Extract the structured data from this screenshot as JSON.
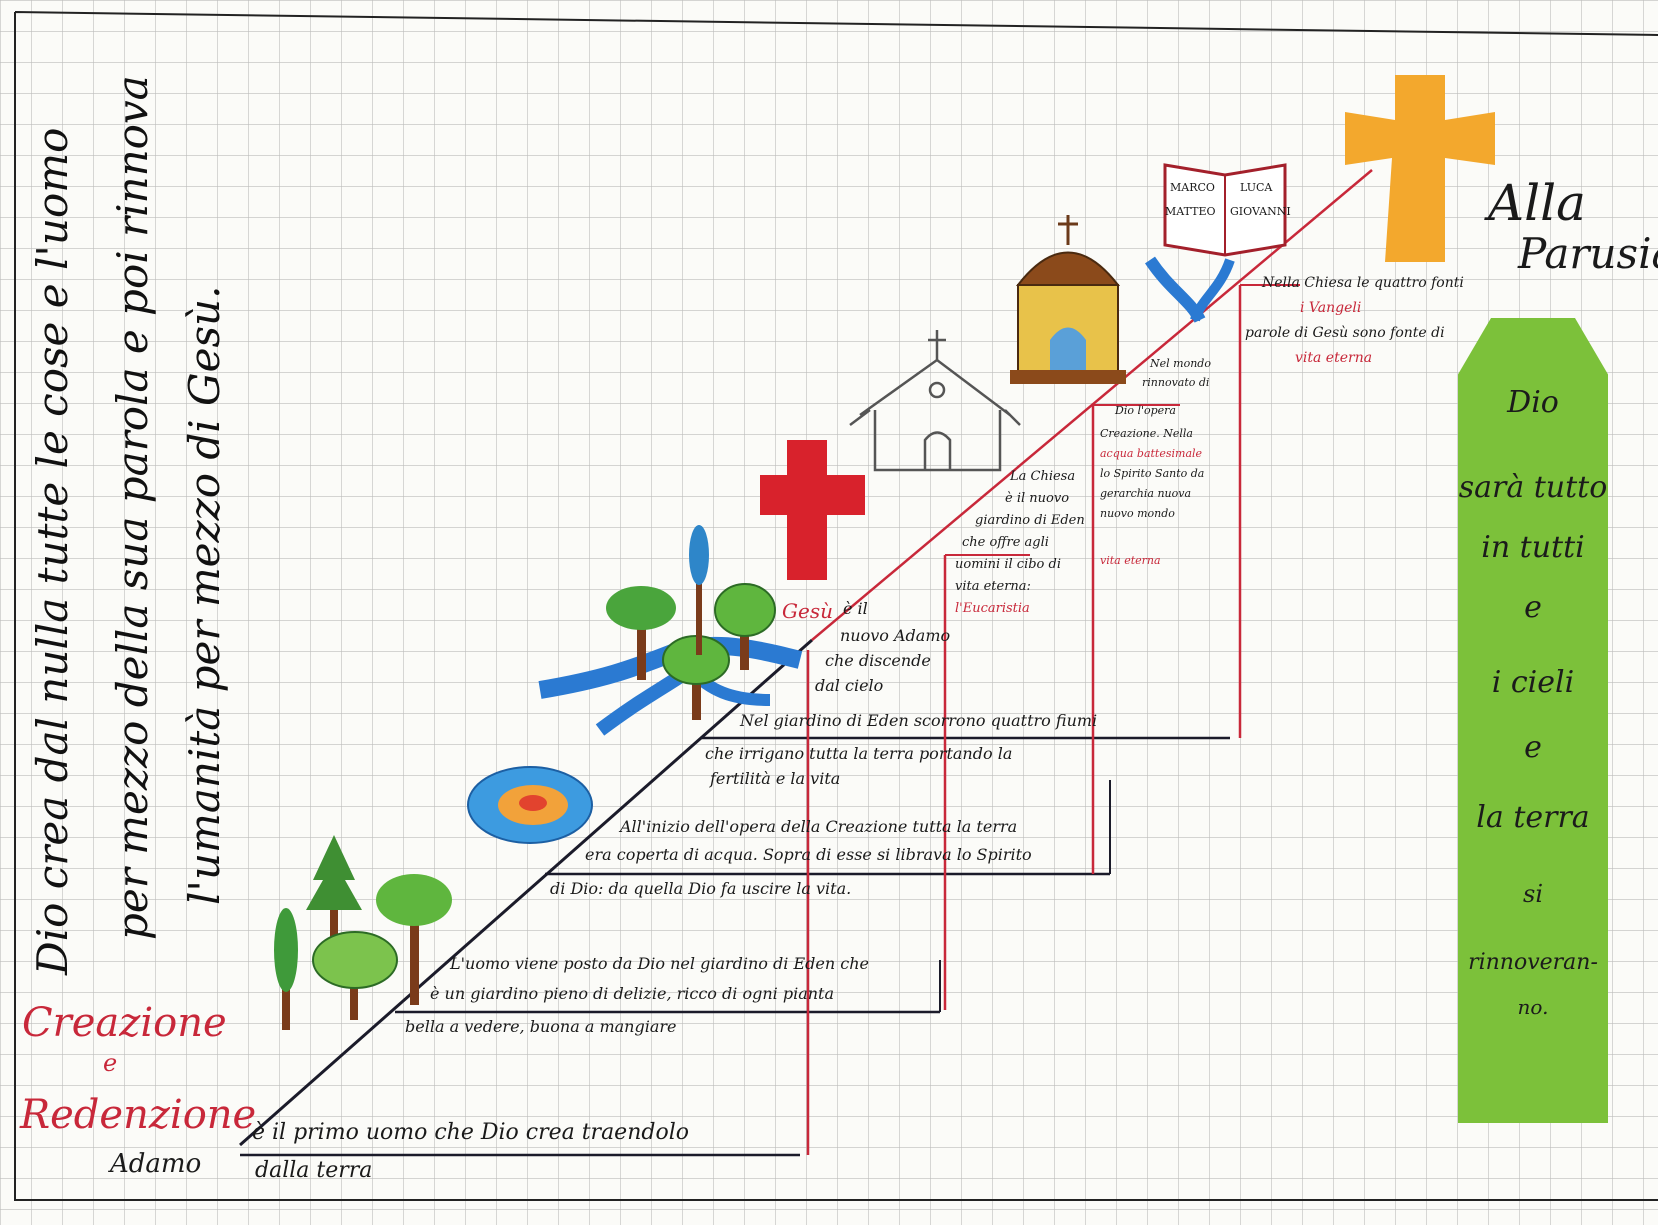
{
  "left_vertical": {
    "line1": "Dio crea dal nulla tutte le cose e l'uomo",
    "line2": "per mezzo della sua parola e poi rinnova",
    "line3": "l'umanità per mezzo di Gesù."
  },
  "labels": {
    "creazione": "Creazione",
    "e": "e",
    "redenzione": "Redenzione",
    "adamo": "Adamo",
    "alla": "Alla",
    "parusia": "Parusia"
  },
  "steps": {
    "s1_line1": "è il primo uomo che Dio crea traendolo",
    "s1_line2": "dalla terra",
    "s2_line1": "L'uomo viene posto da Dio nel giardino di Eden che",
    "s2_line2": "è un giardino pieno di delizie, ricco di ogni pianta",
    "s2_line3": "bella a vedere, buona a mangiare",
    "s3_line1": "All'inizio dell'opera della Creazione tutta la terra",
    "s3_line2": "era coperta di acqua. Sopra di esse si librava lo Spirito",
    "s3_line3": "di Dio: da quella Dio fa uscire la vita.",
    "s4_line1": "Nel giardino di Eden scorrono quattro fiumi",
    "s4_line2": "che irrigano tutta la terra portando la",
    "s4_line3": "fertilità e la vita",
    "s5_gesu": "Gesù",
    "s5_line1": "è il",
    "s5_line2": "nuovo Adamo",
    "s5_line3": "che discende",
    "s5_line4": "dal cielo",
    "s6_line1": "La Chiesa",
    "s6_line2": "è il nuovo",
    "s6_line3": "giardino di Eden",
    "s6_line4": "che offre agli",
    "s6_line5": "uomini il cibo di",
    "s6_line6": "vita eterna:",
    "s6_line7": "l'Eucaristia",
    "s7_line1": "Nel mondo",
    "s7_line2": "rinnovato di",
    "s7_line3": "Dio l'opera",
    "s7_line4": "Creazione. Nella",
    "s7_line5": "acqua battesimale",
    "s7_line6": "lo Spirito Santo da",
    "s7_line7": "gerarchia nuova",
    "s7_line8": "nuovo mondo",
    "s7_line9": "vita eterna",
    "s8_line1": "Nella Chiesa le quattro fonti",
    "s8_line2": "i Vangeli",
    "s8_line3": "parole di Gesù sono fonte di",
    "s8_line4": "vita eterna"
  },
  "book": {
    "marco": "MARCO",
    "luca": "LUCA",
    "matteo": "MATTEO",
    "giovanni": "GIOVANNI"
  },
  "banner": {
    "l1": "Dio",
    "l2": "sarà tutto",
    "l3": "in tutti",
    "l4": "e",
    "l5": "i cieli",
    "l6": "e",
    "l7": "la terra",
    "l8": "si",
    "l9": "rinnoveran-",
    "l10": "no."
  },
  "colors": {
    "grid": "#b7b7b7",
    "stair_black": "#1a1a1a",
    "stair_red": "#c8283a",
    "red_cross": "#d8222c",
    "gold_cross": "#f3a82d",
    "banner_green": "#7cc13a"
  }
}
